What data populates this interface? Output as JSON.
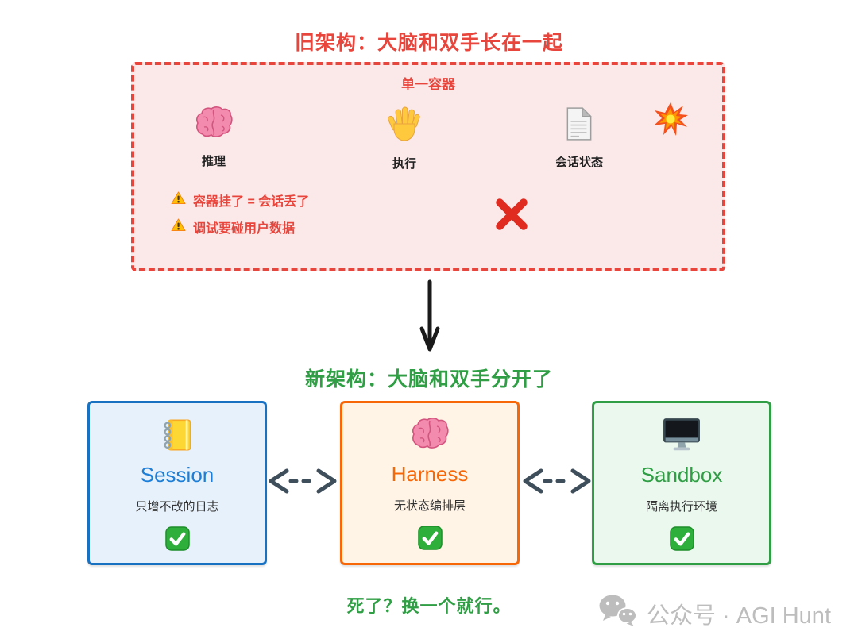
{
  "old_architecture": {
    "title": "旧架构：大脑和双手长在一起",
    "title_color": "#E8453C",
    "container_label": "单一容器",
    "container_fill": "#FBE9E9",
    "container_border": "#E8453C",
    "components": [
      {
        "icon": "brain-icon",
        "label": "推理"
      },
      {
        "icon": "hand-icon",
        "label": "执行"
      },
      {
        "icon": "document-icon",
        "label": "会话状态"
      },
      {
        "icon": "explosion-icon",
        "label": ""
      }
    ],
    "warnings": [
      {
        "icon": "warning-icon",
        "text": "容器挂了 = 会话丢了"
      },
      {
        "icon": "warning-icon",
        "text": "调试要碰用户数据"
      }
    ],
    "status_icon": "cross-mark-icon"
  },
  "transition": {
    "icon": "down-arrow-icon"
  },
  "new_architecture": {
    "title": "新架构：大脑和双手分开了",
    "title_color": "#2F9E44",
    "cards": [
      {
        "icon": "notebook-icon",
        "name": "Session",
        "description": "只增不改的日志",
        "status_icon": "check-icon",
        "accent": "#1C7ED6",
        "border": "#1971C2",
        "fill": "#E7F1FB"
      },
      {
        "icon": "brain-icon",
        "name": "Harness",
        "description": "无状态编排层",
        "status_icon": "check-icon",
        "accent": "#F76707",
        "border": "#F76707",
        "fill": "#FFF4E6"
      },
      {
        "icon": "desktop-icon",
        "name": "Sandbox",
        "description": "隔离执行环境",
        "status_icon": "check-icon",
        "accent": "#2F9E44",
        "border": "#2F9E44",
        "fill": "#EAF8EE"
      }
    ],
    "link_icon": "double-dashed-arrow-icon",
    "footnote": "死了？换一个就行。",
    "footnote_color": "#2F9E44"
  },
  "watermark": {
    "icon": "wechat-icon",
    "text": "公众号 · AGI Hunt",
    "color": "#BDBDBD"
  }
}
